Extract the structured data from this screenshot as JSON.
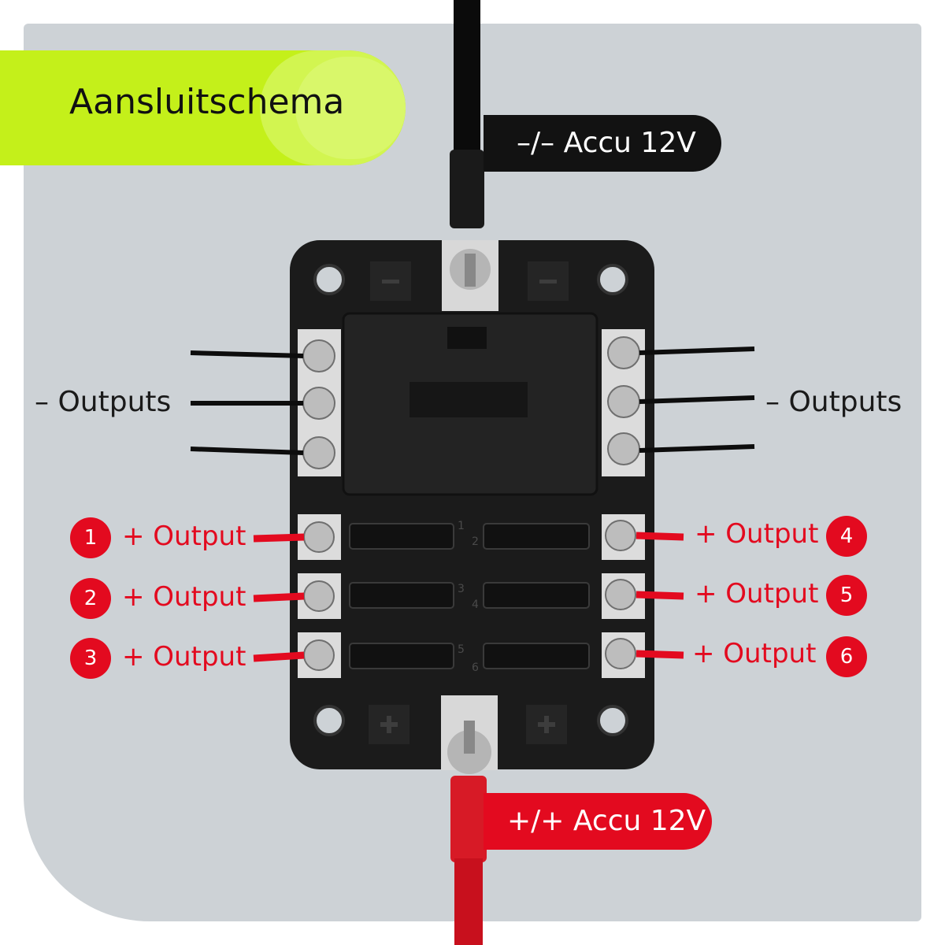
{
  "title": "Aansluitschema",
  "accu_negative": "–/– Accu 12V",
  "accu_positive": "+/+ Accu 12V",
  "negative_outputs_label": "– Outputs",
  "positive_output_label": "+ Output",
  "output_numbers": [
    "1",
    "2",
    "3",
    "4",
    "5",
    "6"
  ],
  "fuse_slot_numbers": [
    "1",
    "2",
    "3",
    "4",
    "5",
    "6"
  ],
  "colors": {
    "accent_green": "#c4f01a",
    "positive_red": "#e30a1f",
    "negative_black": "#121212",
    "background_grey": "#cdd2d6"
  }
}
